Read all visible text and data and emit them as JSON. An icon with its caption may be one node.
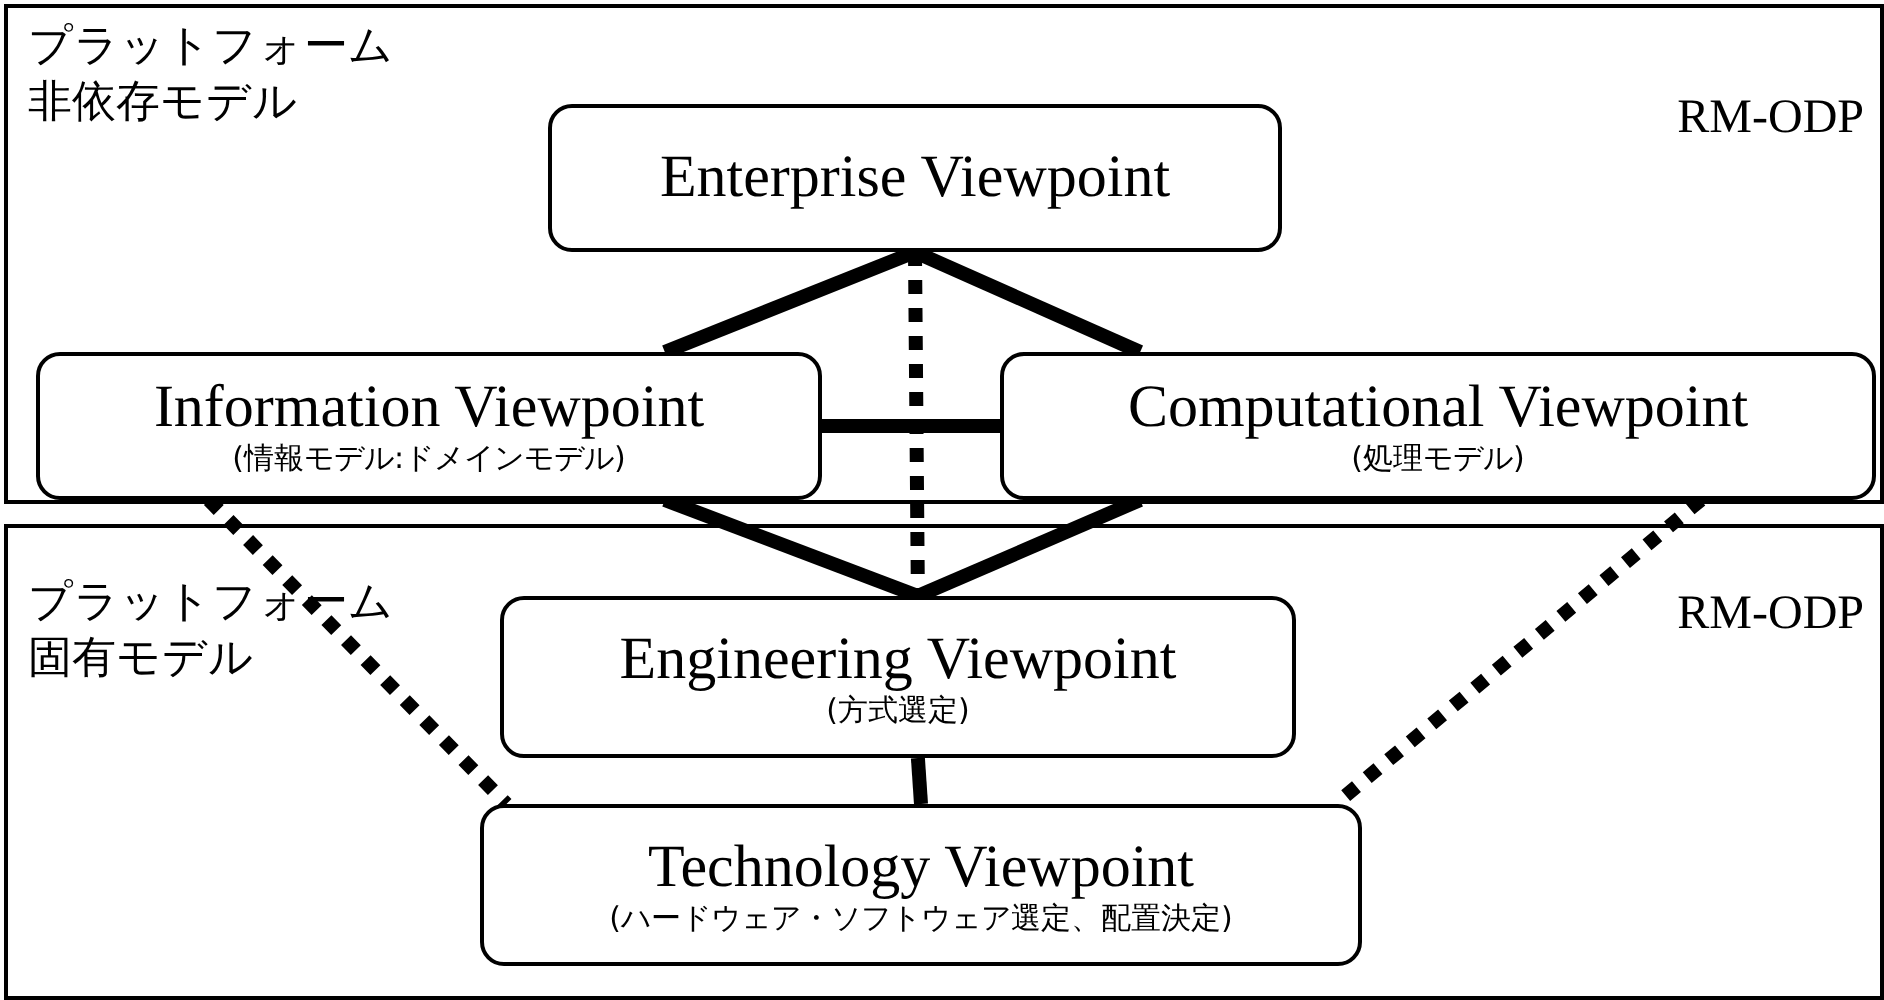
{
  "diagram": {
    "nodes": [
      {
        "text": [
          "プラットフォーム非依存モデル",
          "RM-ODP"
        ]
      },
      {
        "text": [
          "Enterprise Viewpoint"
        ],
        "in": 0
      },
      {
        "text": [
          "Information Viewpoint",
          "(情報モデル:ドメインモデル)"
        ],
        "in": 0
      },
      {
        "text": [
          "Computational Viewpoint",
          "(処理モデル)"
        ],
        "in": 0
      },
      {
        "text": [
          "プラットフォーム固有モデル",
          "RM-ODP"
        ]
      },
      {
        "text": [
          "Engineering Viewpoint",
          "(方式選定)"
        ],
        "in": 4
      },
      {
        "text": [
          "Technology Viewpoint",
          "(ハードウェア・ソフトウェア選定、配置決定)"
        ],
        "in": 4
      }
    ],
    "edges": [
      {
        "from": 1,
        "to": 2,
        "arrow": "none"
      },
      {
        "from": 1,
        "to": 3,
        "arrow": "none"
      },
      {
        "from": 2,
        "to": 3,
        "arrow": "none"
      },
      {
        "from": 1,
        "to": 5,
        "arrow": "none",
        "style": "dashed"
      },
      {
        "from": 2,
        "to": 5,
        "arrow": "none"
      },
      {
        "from": 3,
        "to": 5,
        "arrow": "none"
      },
      {
        "from": 5,
        "to": 6,
        "arrow": "none"
      },
      {
        "from": 2,
        "to": 6,
        "arrow": "none",
        "style": "dashed"
      },
      {
        "from": 3,
        "to": 6,
        "arrow": "none",
        "style": "dashed"
      }
    ]
  }
}
